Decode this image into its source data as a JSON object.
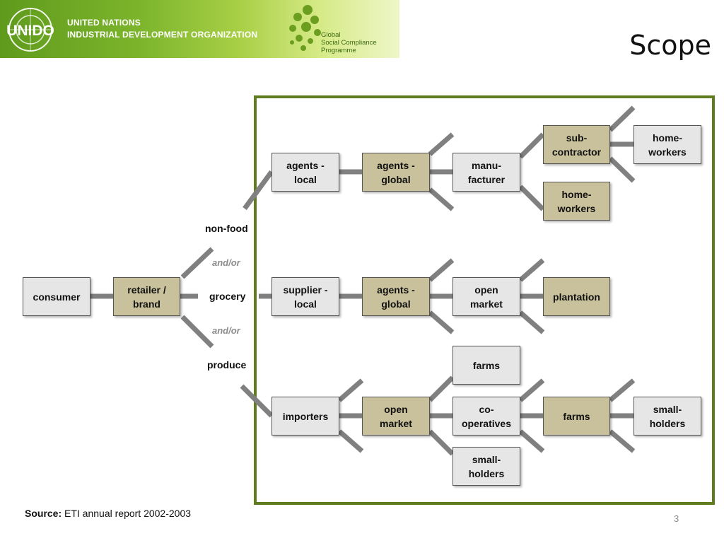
{
  "header": {
    "org_line1": "UNITED NATIONS",
    "org_line2": "INDUSTRIAL DEVELOPMENT ORGANIZATION",
    "logo_text": "UNIDO",
    "gscp_line1": "Global",
    "gscp_line2": "Social Compliance",
    "gscp_line3": "Programme"
  },
  "slide": {
    "title": "Scope",
    "page_number": "3"
  },
  "source": {
    "label": "Source:",
    "text": " ETI annual report 2002-2003"
  },
  "colors": {
    "frame": "#5f7d1f",
    "box_grey": "#e6e6e6",
    "box_tan": "#c9c19b",
    "connector": "#808080",
    "banner_green": "#6aa623"
  },
  "diagram": {
    "consumer": "consumer",
    "retailer": "retailer /\nbrand",
    "categories": {
      "nonfood": "non-food",
      "grocery": "grocery",
      "produce": "produce"
    },
    "andor": "and/or",
    "row1": {
      "agents_local": "agents -\nlocal",
      "agents_global": "agents -\nglobal",
      "manufacturer": "manu-\nfacturer",
      "subcontractor": "sub-\ncontractor",
      "homeworkers_a": "home-\nworkers",
      "homeworkers_b": "home-\nworkers"
    },
    "row2": {
      "supplier_local": "supplier -\nlocal",
      "agents_global": "agents -\nglobal",
      "open_market": "open\nmarket",
      "plantation": "plantation"
    },
    "row3": {
      "importers": "importers",
      "open_market": "open\nmarket",
      "farms_top": "farms",
      "cooperatives": "co-\noperatives",
      "smallholders_low": "small-\nholders",
      "farms": "farms",
      "smallholders": "small-\nholders"
    }
  }
}
